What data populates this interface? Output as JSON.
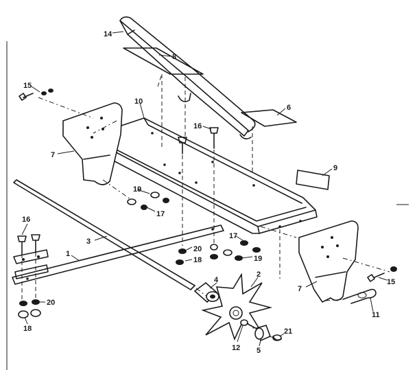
{
  "diagram": {
    "callouts": {
      "c14": "14",
      "c8": "8",
      "c15a": "15",
      "c10": "10",
      "c16a": "16",
      "c6": "6",
      "c7a": "7",
      "c9": "9",
      "c19a": "19",
      "c17a": "17",
      "c16b": "16",
      "c3": "3",
      "c20a": "20",
      "c18a": "18",
      "c17b": "17",
      "c19b": "19",
      "c1": "1",
      "c4": "4",
      "c2": "2",
      "c20b": "20",
      "c18b": "18",
      "c12": "12",
      "c5": "5",
      "c21": "21",
      "c7b": "7",
      "c15b": "15",
      "c11": "11"
    }
  }
}
